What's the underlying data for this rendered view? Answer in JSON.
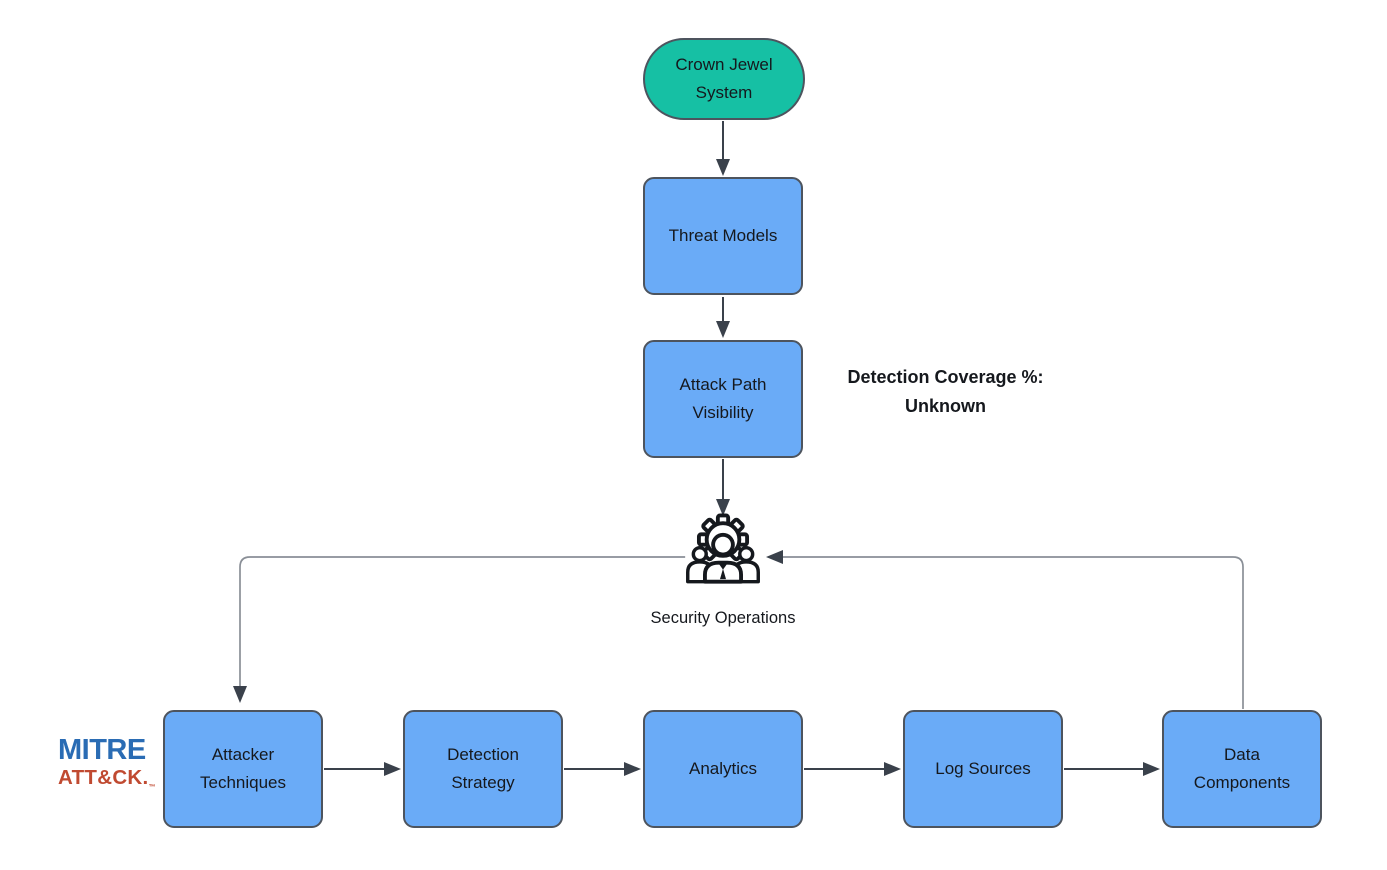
{
  "colors": {
    "box_fill": "#6aabf7",
    "box_border": "#4d545e",
    "stadium_fill": "#16c0a4",
    "arrow": "#3a414b",
    "loop_line": "#8a8f97",
    "text": "#15181d",
    "mitre_blue": "#2a6cb4",
    "attack_red": "#c04a31",
    "canvas_bg": "#ffffff"
  },
  "nodes": {
    "crown_jewel": {
      "label": "Crown Jewel System"
    },
    "threat_models": {
      "label": "Threat Models"
    },
    "attack_path_visibility": {
      "label": "Attack Path Visibility"
    },
    "attacker_techniques": {
      "label": "Attacker Techniques"
    },
    "detection_strategy": {
      "label": "Detection Strategy"
    },
    "analytics": {
      "label": "Analytics"
    },
    "log_sources": {
      "label": "Log Sources"
    },
    "data_components": {
      "label": "Data Components"
    }
  },
  "annotations": {
    "detection_coverage": {
      "line1": "Detection Coverage %:",
      "line2": "Unknown"
    },
    "security_operations": {
      "label": "Security Operations"
    }
  },
  "logo": {
    "brand": "MITRE",
    "product": "ATT&CK.",
    "mark": "™"
  },
  "edges": [
    {
      "from": "crown_jewel",
      "to": "threat_models"
    },
    {
      "from": "threat_models",
      "to": "attack_path_visibility"
    },
    {
      "from": "attack_path_visibility",
      "to": "security_operations"
    },
    {
      "from": "security_operations",
      "to": "attacker_techniques"
    },
    {
      "from": "attacker_techniques",
      "to": "detection_strategy"
    },
    {
      "from": "detection_strategy",
      "to": "analytics"
    },
    {
      "from": "analytics",
      "to": "log_sources"
    },
    {
      "from": "log_sources",
      "to": "data_components"
    },
    {
      "from": "data_components",
      "to": "security_operations"
    }
  ]
}
